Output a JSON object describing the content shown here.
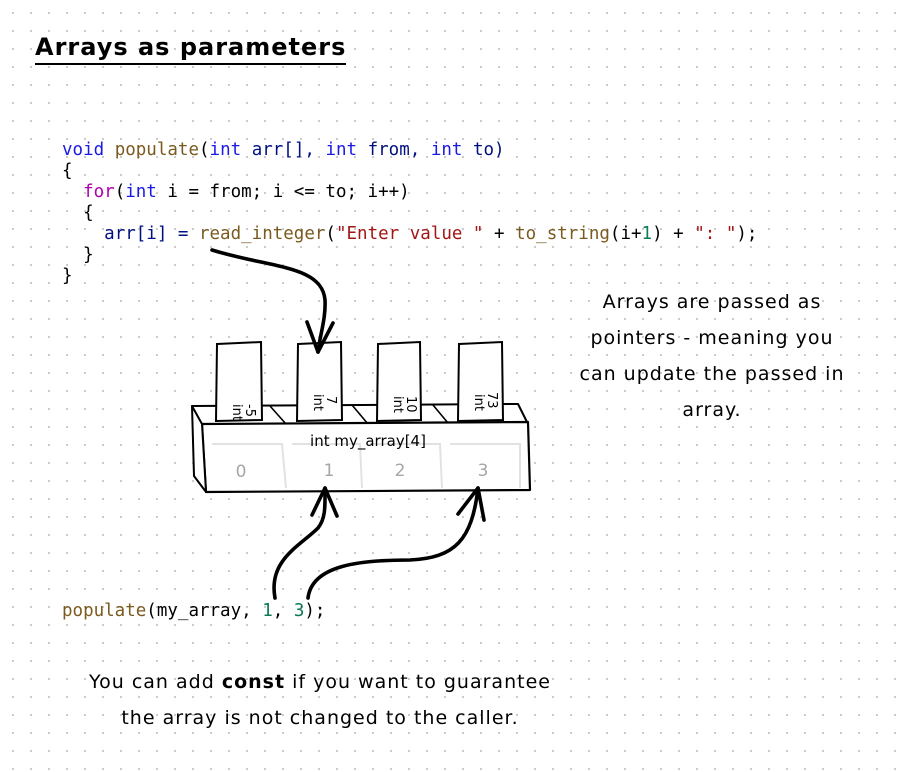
{
  "title": "Arrays as parameters",
  "code": {
    "line1": {
      "void": "void",
      "fn": "populate",
      "open": "(",
      "int1": "int",
      "arr": " arr[], ",
      "int2": "int",
      "from": " from, ",
      "int3": "int",
      "to": " to)"
    },
    "line2": "{",
    "line3": {
      "for": "for",
      "open": "(",
      "int": "int",
      "rest": " i = from; i <= to; i++)"
    },
    "line4": "{",
    "line5": {
      "lhs": "arr[i] = ",
      "fn": "read_integer",
      "open": "(",
      "str1": "\"Enter value \"",
      "plus1": " + ",
      "fn2": "to_string",
      "mid": "(i+",
      "one": "1",
      "close": ") + ",
      "str2": "\": \"",
      "end": ");"
    },
    "line6": "}",
    "line7": "}"
  },
  "call": {
    "fn": "populate",
    "args_open": "(my_array, ",
    "arg1": "1",
    "sep": ", ",
    "arg2": "3",
    "end": ");"
  },
  "array": {
    "label": "int my_array[4]",
    "indices": [
      "0",
      "1",
      "2",
      "3"
    ],
    "elements": [
      {
        "value": "-5",
        "type": "int"
      },
      {
        "value": "7",
        "type": "int"
      },
      {
        "value": "10",
        "type": "int"
      },
      {
        "value": "73",
        "type": "int"
      }
    ]
  },
  "side_note": {
    "line1": "Arrays are passed as",
    "line2": "pointers - meaning you",
    "line3": "can update the passed in",
    "line4": "array."
  },
  "bottom_note": {
    "before": "You can add ",
    "keyword": "const",
    "after": " if you want to guarantee",
    "line2": "the array is not changed to the caller."
  }
}
